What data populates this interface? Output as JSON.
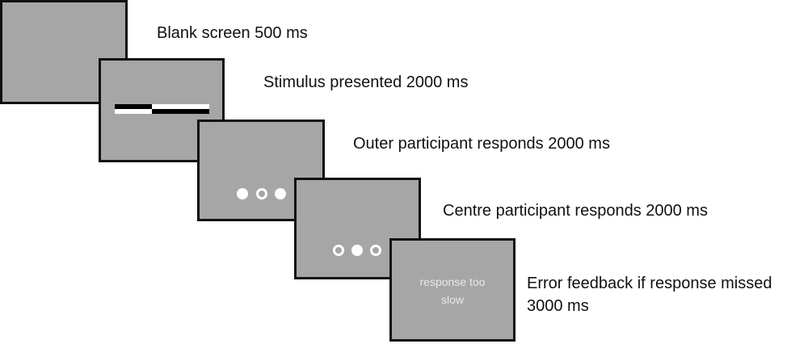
{
  "steps": [
    {
      "caption": "Blank screen 500 ms"
    },
    {
      "caption": "Stimulus presented 2000 ms"
    },
    {
      "caption": "Outer participant responds 2000 ms"
    },
    {
      "caption": "Centre participant responds 2000 ms"
    },
    {
      "caption_line1": "Error feedback if response missed",
      "caption_line2": "3000 ms",
      "feedback_line1": "response too",
      "feedback_line2": "slow"
    }
  ],
  "colors": {
    "screen_fill": "#a6a6a6",
    "screen_border": "#111111",
    "feedback_text": "#e8e8e8"
  }
}
